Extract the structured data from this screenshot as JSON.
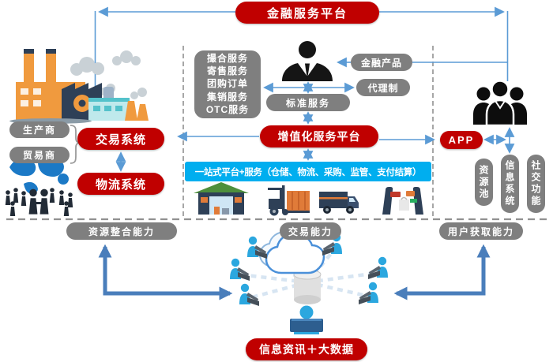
{
  "banners": {
    "financial_platform": "金融服务平台",
    "value_added_platform": "增值化服务平台",
    "one_stop_bar": "一站式平台+服务（仓储、物流、采购、监管、支付结算）",
    "info_big_data": "信息资讯＋大数据"
  },
  "service_box": {
    "lines": [
      "撮合服务",
      "寄售服务",
      "团购订单",
      "集销服务",
      "OTC服务"
    ]
  },
  "labels": {
    "financial_products": "金融产品",
    "agency_system": "代理制",
    "standard_service": "标准服务",
    "producer": "生产商",
    "trader": "贸易商",
    "trading_system": "交易系统",
    "logistics_system": "物流系统",
    "app": "APP",
    "resource_pool": "资源池",
    "information_system": "信息系统",
    "social_function": "社交功能",
    "resource_integration": "资源整合能力",
    "trading_capability": "交易能力",
    "user_acquisition": "用户获取能力"
  },
  "colors": {
    "red": "#C00000",
    "gray": "#7F7F7F",
    "blue_bar": "#00AEEF",
    "connector_blue": "#5B9BD5",
    "thick_arrow_blue": "#4A7EBB",
    "dashed_gray": "#919191"
  },
  "icons": [
    "factory-illustration",
    "world-map-traders-illustration",
    "businessman-icon",
    "users-group-icon",
    "warehouse-icon",
    "forklift-icon",
    "truck-icon",
    "payment-terminal-icon",
    "cloud-network-illustration"
  ]
}
